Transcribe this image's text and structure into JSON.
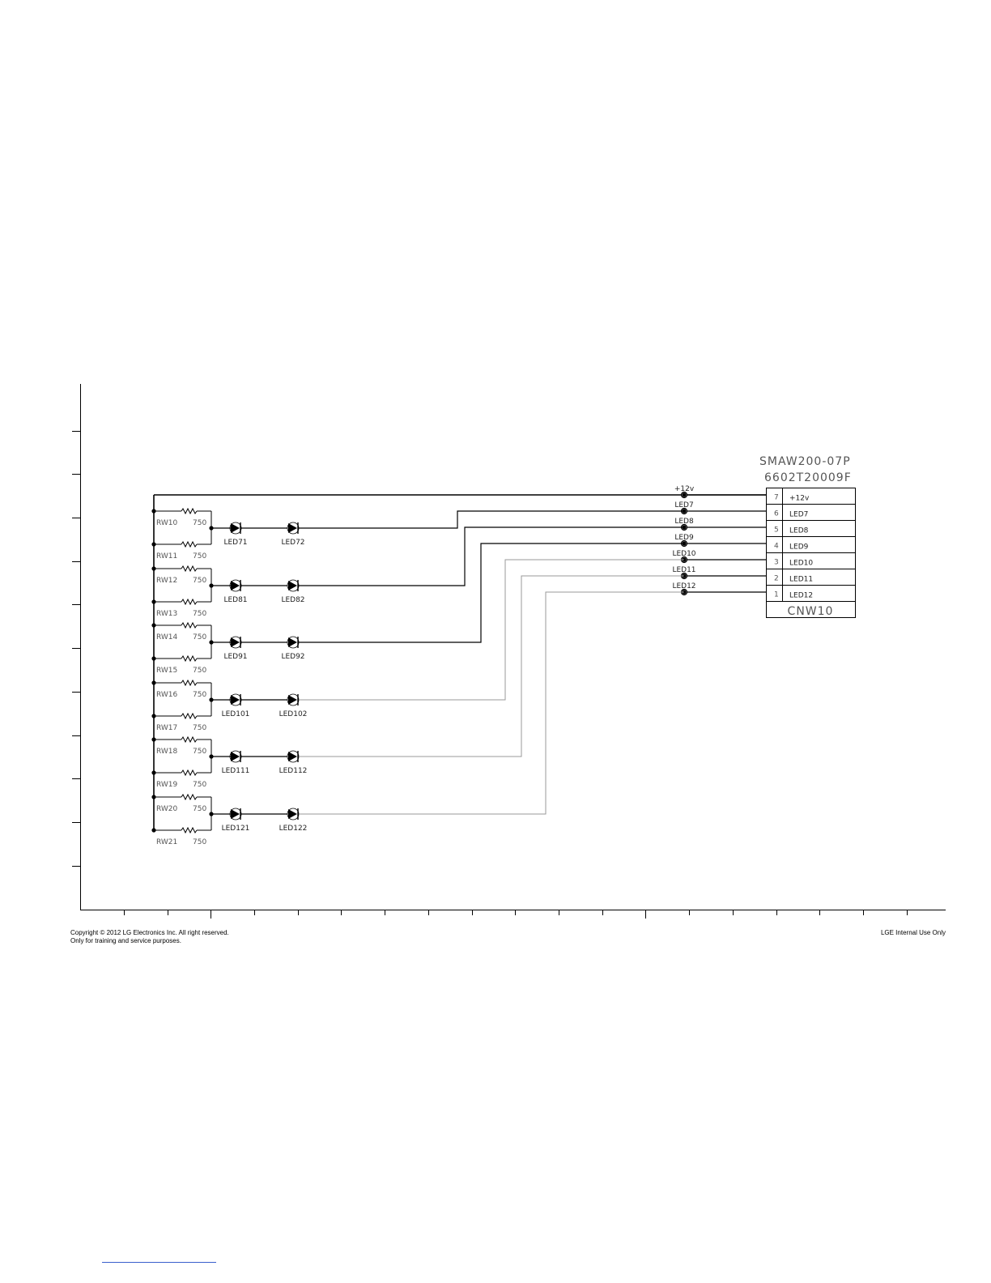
{
  "connector": {
    "part_number": "SMAW200-07P",
    "part_code": "6602T20009F",
    "ref": "CNW10",
    "pins": [
      {
        "num": "7",
        "label": "+12v"
      },
      {
        "num": "6",
        "label": "LED7"
      },
      {
        "num": "5",
        "label": "LED8"
      },
      {
        "num": "4",
        "label": "LED9"
      },
      {
        "num": "3",
        "label": "LED10"
      },
      {
        "num": "2",
        "label": "LED11"
      },
      {
        "num": "1",
        "label": "LED12"
      }
    ]
  },
  "net_labels": [
    "+12v",
    "LED7",
    "LED8",
    "LED9",
    "LED10",
    "LED11",
    "LED12"
  ],
  "groups": [
    {
      "r_top": "RW10",
      "r_top_value": "750",
      "r_bot": "RW11",
      "r_bot_value": "750",
      "led_a": "LED71",
      "led_b": "LED72"
    },
    {
      "r_top": "RW12",
      "r_top_value": "750",
      "r_bot": "RW13",
      "r_bot_value": "750",
      "led_a": "LED81",
      "led_b": "LED82"
    },
    {
      "r_top": "RW14",
      "r_top_value": "750",
      "r_bot": "RW15",
      "r_bot_value": "750",
      "led_a": "LED91",
      "led_b": "LED92"
    },
    {
      "r_top": "RW16",
      "r_top_value": "750",
      "r_bot": "RW17",
      "r_bot_value": "750",
      "led_a": "LED101",
      "led_b": "LED102"
    },
    {
      "r_top": "RW18",
      "r_top_value": "750",
      "r_bot": "RW19",
      "r_bot_value": "750",
      "led_a": "LED111",
      "led_b": "LED112"
    },
    {
      "r_top": "RW20",
      "r_top_value": "750",
      "r_bot": "RW21",
      "r_bot_value": "750",
      "led_a": "LED121",
      "led_b": "LED122"
    }
  ],
  "footer": {
    "copyright": "Copyright © 2012 LG Electronics Inc. All right reserved.",
    "purpose": "Only for training and service purposes.",
    "internal": "LGE Internal Use Only"
  }
}
